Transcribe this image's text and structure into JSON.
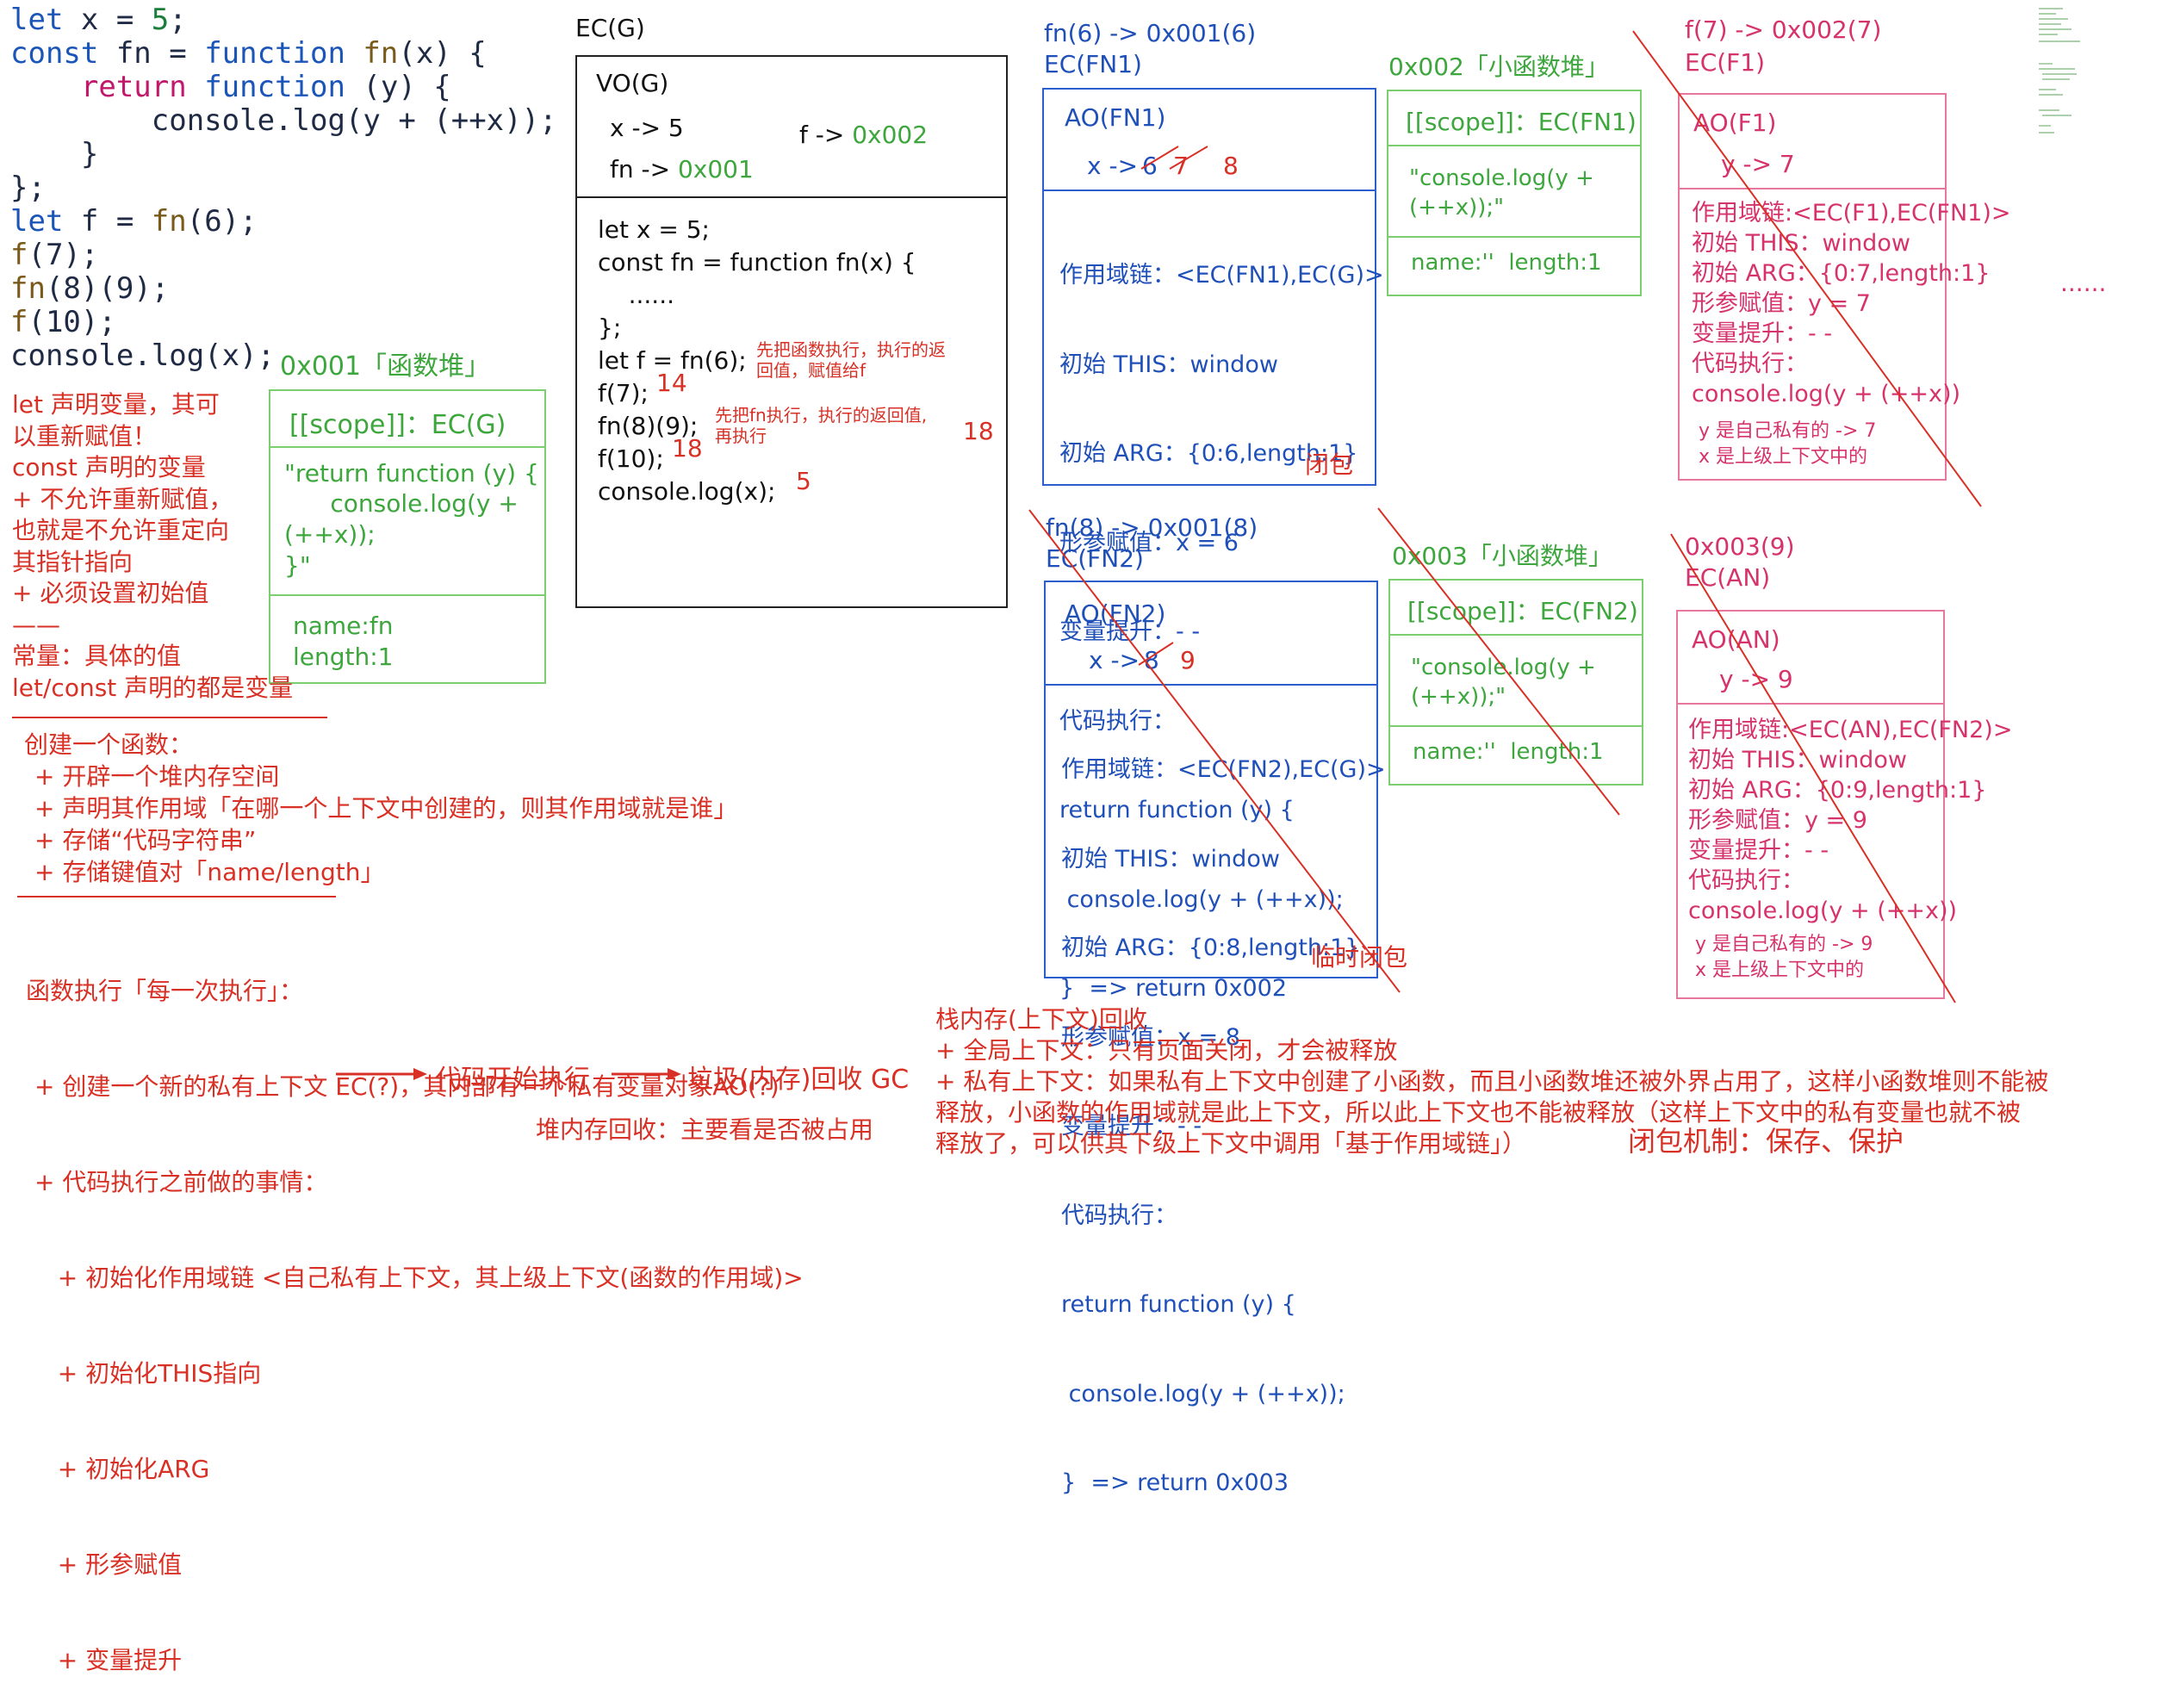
{
  "code": {
    "l1": {
      "kw": "let",
      "rest": " x = ",
      "num": "5",
      "end": ";"
    },
    "l2": {
      "kw": "const",
      "rest": " fn = ",
      "kw2": "function",
      "fn": " fn",
      "end": "(x) {"
    },
    "l3": {
      "indent": "    ",
      "kw": "return",
      "kw2": " function",
      "end": " (y) {"
    },
    "l4": {
      "text": "        console.log(y + (++x));"
    },
    "l5": {
      "text": "    }"
    },
    "l6": {
      "text": "};"
    },
    "l7": {
      "kw": "let",
      "rest": " f = ",
      "fn": "fn",
      "end": "(6);"
    },
    "l8": {
      "fn": "f",
      "end": "(7);"
    },
    "l9": {
      "fn": "fn",
      "end": "(8)(9);"
    },
    "l10": {
      "fn": "f",
      "end": "(10);"
    },
    "l11": {
      "text": "console.log(x);"
    }
  },
  "notes_left": {
    "heap1_title": "0x001「函数堆」",
    "let_lines": [
      "let 声明变量，其可",
      "以重新赋值！",
      "const 声明的变量",
      "+ 不允许重新赋值，",
      "也就是不允许重定向",
      "其指针指向",
      "+ 必须设置初始值",
      "——",
      "常量：具体的值",
      "let/const 声明的都是变量"
    ]
  },
  "heap1": {
    "scope": "[[scope]]：EC(G)",
    "code": [
      "\"return function (y) {",
      "      console.log(y +",
      "(++x));",
      "}\""
    ],
    "name": "name:fn",
    "length": "length:1"
  },
  "create_fn": {
    "title": "创建一个函数：",
    "items": [
      "+ 开辟一个堆内存空间",
      "+ 声明其作用域「在哪一个上下文中创建的，则其作用域就是谁」",
      "+ 存储“代码字符串”",
      "+ 存储键值对「name/length」"
    ]
  },
  "exec_fn": {
    "title": "函数执行「每一次执行」：",
    "items": [
      "+ 创建一个新的私有上下文 EC(?)，其内部有一个私有变量对象AO(?)",
      "+ 代码执行之前做的事情：",
      "   + 初始化作用域链 <自己私有上下文，其上级上下文(函数的作用域)>",
      "   + 初始化THIS指向",
      "   + 初始化ARG",
      "   + 形参赋值",
      "   + 变量提升"
    ],
    "flow1": "代码开始执行",
    "flow2": "垃圾(内存)回收 GC",
    "heap_gc": "堆内存回收：主要看是否被占用"
  },
  "ecg": {
    "title": "EC(G)",
    "vo": "VO(G)",
    "x": "x -> 5",
    "f": "f -> ",
    "f_addr": "0x002",
    "fn": "fn -> ",
    "fn_addr": "0x001",
    "code": [
      "let x = 5;",
      "const fn = function fn(x) {",
      "    ......",
      "};",
      "let f = fn(6);",
      "f(7);",
      "fn(8)(9);",
      "f(10);",
      "console.log(x);"
    ],
    "ann_f7": "14",
    "ann_f10": "18",
    "ann_log": "5",
    "ann_fn89": "18",
    "note1": [
      "先把函数执行，执行的返",
      "回值，赋值给f"
    ],
    "note2": [
      "先把fn执行，执行的返回值,",
      "再执行"
    ]
  },
  "fn1": {
    "head1": "fn(6) -> 0x001(6)",
    "head2": "EC(FN1)",
    "ao": "AO(FN1)",
    "x": "x ->",
    "xv": [
      "6",
      "7",
      "8"
    ],
    "lines": [
      "作用域链：<EC(FN1),EC(G)>",
      "初始 THIS：window",
      "初始 ARG：{0:6,length:1}",
      "形参赋值：x = 6",
      "变量提升：- -",
      "代码执行：",
      "return function (y) {",
      " console.log(y + (++x));",
      "}  => return 0x002"
    ],
    "closure": "闭包"
  },
  "heap2": {
    "title": "0x002「小函数堆」",
    "scope": "[[scope]]：EC(FN1)",
    "code": [
      "\"console.log(y +",
      "(++x));\""
    ],
    "meta": "name:''  length:1"
  },
  "f1": {
    "head1": "f(7) -> 0x002(7)",
    "head2": "EC(F1)",
    "ao": "AO(F1)",
    "y": "y -> 7",
    "lines": [
      "作用域链:<EC(F1),EC(FN1)>",
      "初始 THIS：window",
      "初始 ARG：{0:7,length:1}",
      "形参赋值：y = 7",
      "变量提升：- -",
      "代码执行：",
      "console.log(y + (++x))"
    ],
    "note": [
      "y 是自己私有的 -> 7",
      "x 是上级上下文中的"
    ],
    "dots": "......"
  },
  "fn2": {
    "head1": "fn(8) -> 0x001(8)",
    "head2": "EC(FN2)",
    "ao": "AO(FN2)",
    "x": "x ->",
    "xv": [
      "8",
      "9"
    ],
    "lines": [
      "作用域链：<EC(FN2),EC(G)>",
      "初始 THIS：window",
      "初始 ARG：{0:8,length:1}",
      "形参赋值：x = 8",
      "变量提升：- -",
      "代码执行：",
      "return function (y) {",
      " console.log(y + (++x));",
      "}  => return 0x003"
    ],
    "closure": "临时闭包"
  },
  "heap3": {
    "title": "0x003「小函数堆」",
    "scope": "[[scope]]：EC(FN2)",
    "code": [
      "\"console.log(y +",
      "(++x));\""
    ],
    "meta": "name:''  length:1"
  },
  "an": {
    "head1": "0x003(9)",
    "head2": "EC(AN)",
    "ao": "AO(AN)",
    "y": "y -> 9",
    "lines": [
      "作用域链:<EC(AN),EC(FN2)>",
      "初始 THIS：window",
      "初始 ARG：{0:9,length:1}",
      "形参赋值：y = 9",
      "变量提升：- -",
      "代码执行：",
      "console.log(y + (++x))"
    ],
    "note": [
      "y 是自己私有的 -> 9",
      "x 是上级上下文中的"
    ]
  },
  "stack_gc": {
    "title": "栈内存(上下文)回收",
    "l1": "+ 全局上下文：只有页面关闭，才会被释放",
    "l2": "+ 私有上下文：如果私有上下文中创建了小函数，而且小函数堆还被外界占用了，这样小函数堆则不能被",
    "l3": "释放，小函数的作用域就是此上下文，所以此上下文也不能被释放（这样上下文中的私有变量也就不被",
    "l4": "释放了，可以供其下级上下文中调用「基于作用域链」）",
    "mechanism": "闭包机制：保存、保护"
  }
}
